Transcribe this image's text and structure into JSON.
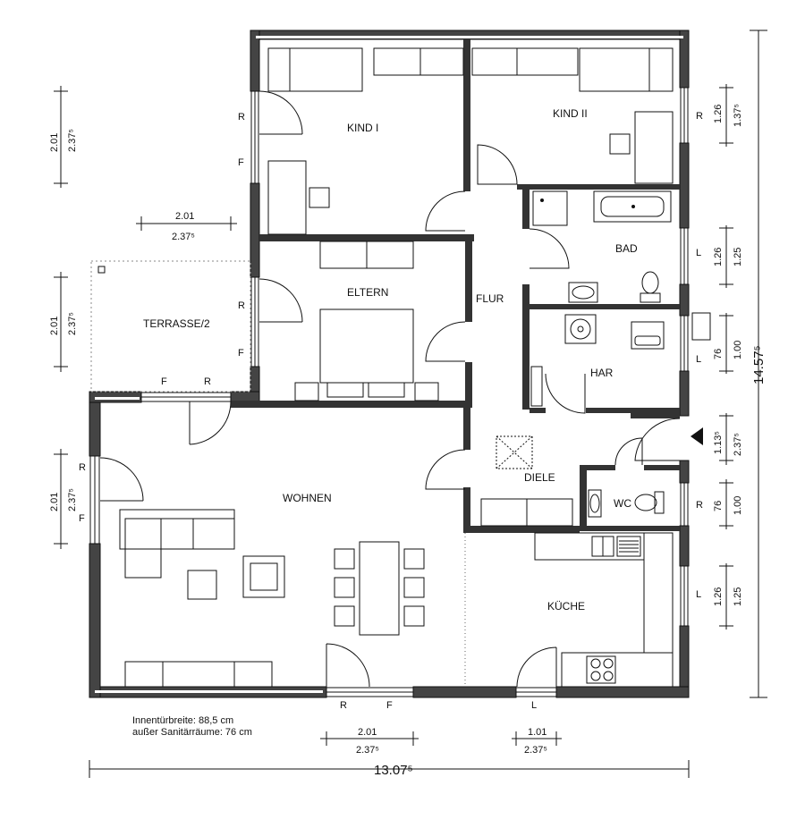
{
  "rooms": {
    "kind1": "KIND I",
    "kind2": "KIND II",
    "bad": "BAD",
    "eltern": "ELTERN",
    "flur": "FLUR",
    "terrasse": "TERRASSE/2",
    "har": "HAR",
    "diele": "DIELE",
    "wc": "WC",
    "wohnen": "WOHNEN",
    "kueche": "KÜCHE"
  },
  "note": {
    "line1": "Innentürbreite: 88,5 cm",
    "line2": "außer Sanitärräume: 76 cm"
  },
  "window_marks": {
    "r": "R",
    "f": "F",
    "l": "L"
  },
  "dimensions": {
    "total_width": "13.07⁵",
    "total_height": "14.57⁵",
    "d201": "2.01",
    "d2375": "2.37⁵",
    "d126": "1.26",
    "d1375": "1.37⁵",
    "d125": "1.25",
    "d100": "1.00",
    "d76": "76",
    "d1135": "1.13⁵",
    "d101": "1.01"
  }
}
